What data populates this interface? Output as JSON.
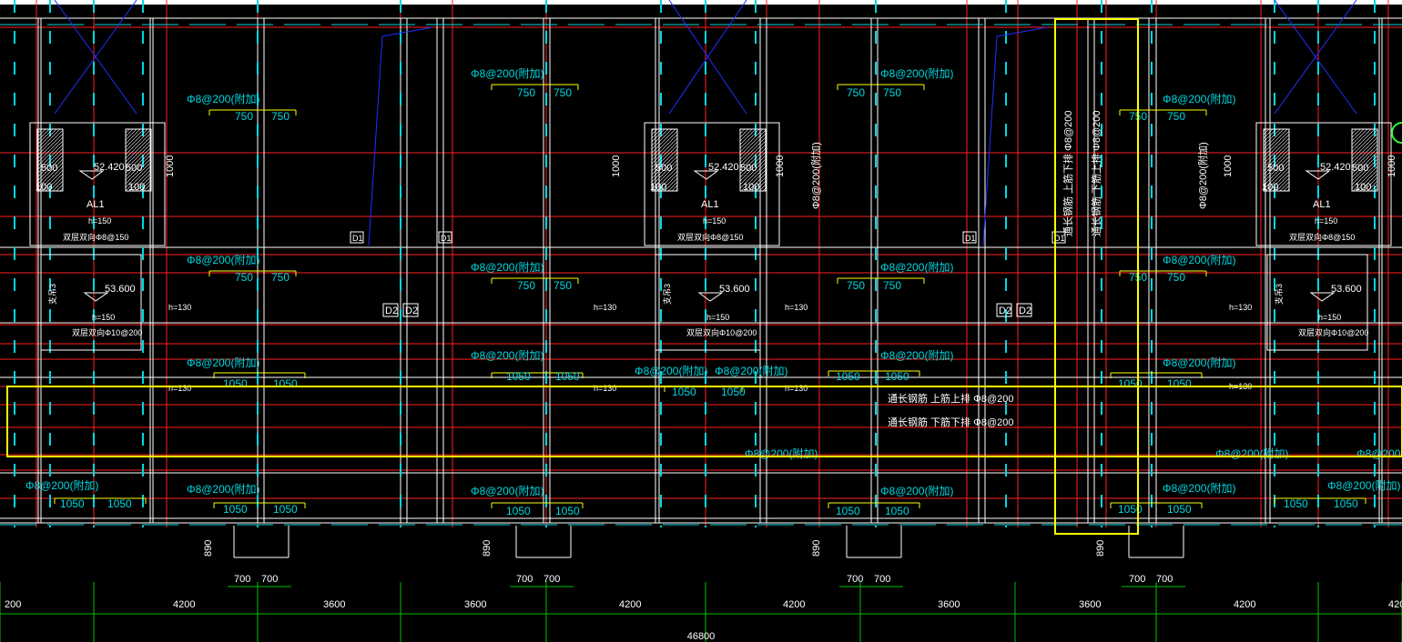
{
  "app": {
    "kind": "CAD slab reinforcement plan"
  },
  "colors": {
    "background": "#000000",
    "axis": "#ff2020",
    "wall": "#ffffff",
    "column": "#00d8e0",
    "rebar": "#ffff00",
    "dim": "#00c000",
    "diag": "#2030ff",
    "highlight": "#ffff00"
  },
  "labels": {
    "rebar_add": "Φ8@200(附加)",
    "rebar_add_v": "Φ8@200(附加)",
    "n750": "750",
    "n1050": "1050",
    "n500": "500",
    "n100": "100",
    "n1000": "1000",
    "n890": "890",
    "n700": "700",
    "elev_52420": "52.420",
    "elev_53600": "53.600",
    "al1": "AL1",
    "h150": "h=150",
    "h130": "h=130",
    "two_way_8": "双层双向Φ8@150",
    "two_way_10": "双层双向Φ10@200",
    "side_tag": "支吊3",
    "d1": "D1",
    "d2": "D2",
    "long_upper": "通长钢筋  上筋上排  Φ8@200",
    "long_lower": "通长钢筋  下筋下排  Φ8@200",
    "v_long_upper": "通长钢筋 上筋下排 Φ8@200",
    "v_long_lower": "通长钢筋 下筋上排 Φ8@200"
  },
  "dimensions": {
    "spans": [
      "200",
      "4200",
      "3600",
      "3600",
      "4200",
      "4200",
      "3600",
      "3600",
      "4200",
      "420"
    ],
    "total": "46800"
  },
  "highlights": [
    {
      "name": "horizontal-band",
      "shape": "rectangle"
    },
    {
      "name": "vertical-band",
      "shape": "rectangle"
    }
  ]
}
